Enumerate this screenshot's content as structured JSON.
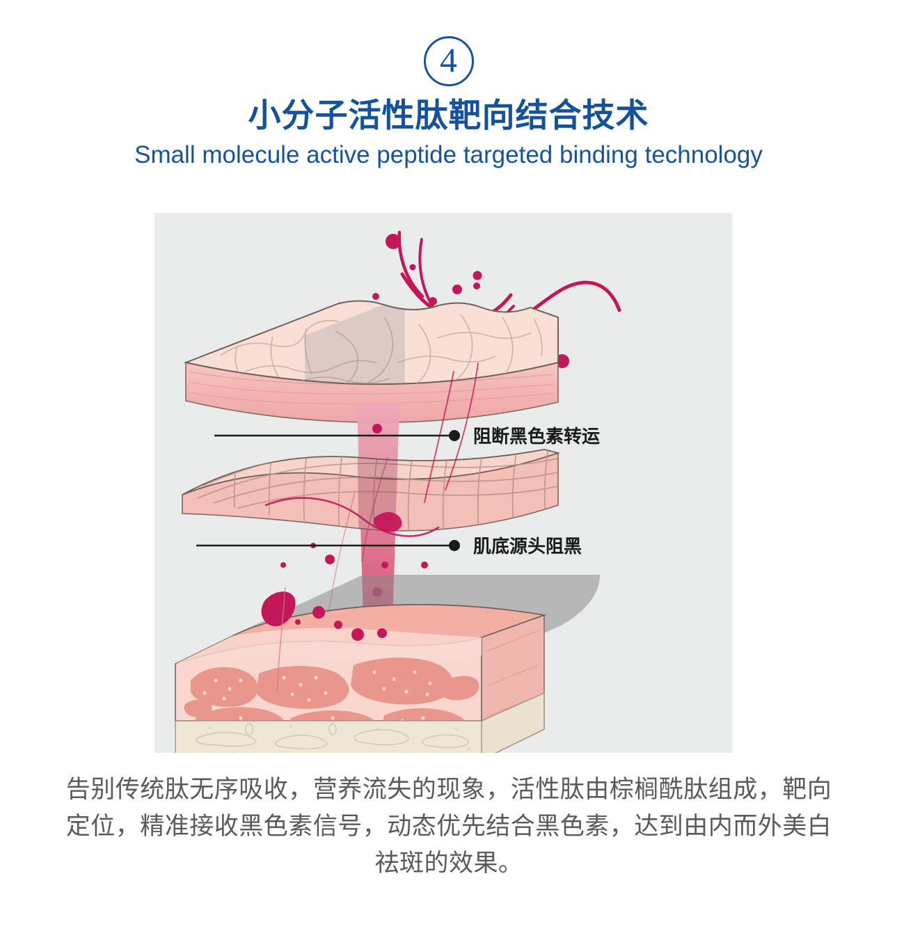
{
  "header": {
    "step_number": "④",
    "step_number_plain": "4",
    "title_cn": "小分子活性肽靶向结合技术",
    "title_en": "Small molecule active peptide targeted binding technology",
    "title_color": "#14529E",
    "badge_border_color": "#15529F"
  },
  "illustration": {
    "background_color": "#EAECEC",
    "accent_color": "#C4175A",
    "skin_top_color": "#F7DCD2",
    "skin_edge_color": "#F0B8B5",
    "dermis_color": "#F6C9C2",
    "lobule_color": "#E9968C",
    "subcutis_color": "#EDE6D6",
    "shadow_color": "#8C8C8C",
    "callouts": [
      {
        "label": "阻断黑色素转运",
        "marker": "bullet-dot"
      },
      {
        "label": "肌底源头阻黑",
        "marker": "bullet-dot"
      }
    ],
    "layers": [
      {
        "name": "epidermis-slab"
      },
      {
        "name": "dermal-mesh-slab"
      },
      {
        "name": "hypodermis-block"
      }
    ],
    "arrow": {
      "name": "penetration-arrow",
      "direction": "down"
    }
  },
  "body": {
    "paragraph_color": "#5a5a5a",
    "paragraph_lines": [
      "告别传统肽无序吸收，营养流失的现象，活性肽由棕榈酰肽组成，靶向",
      "定位，精准接收黑色素信号，动态优先结合黑色素，达到由内而外美白",
      "祛斑的效果。"
    ],
    "paragraph_full": "告别传统肽无序吸收，营养流失的现象，活性肽由棕榈酰肽组成，靶向定位，精准接收黑色素信号，动态优先结合黑色素，达到由内而外美白祛斑的效果。"
  }
}
